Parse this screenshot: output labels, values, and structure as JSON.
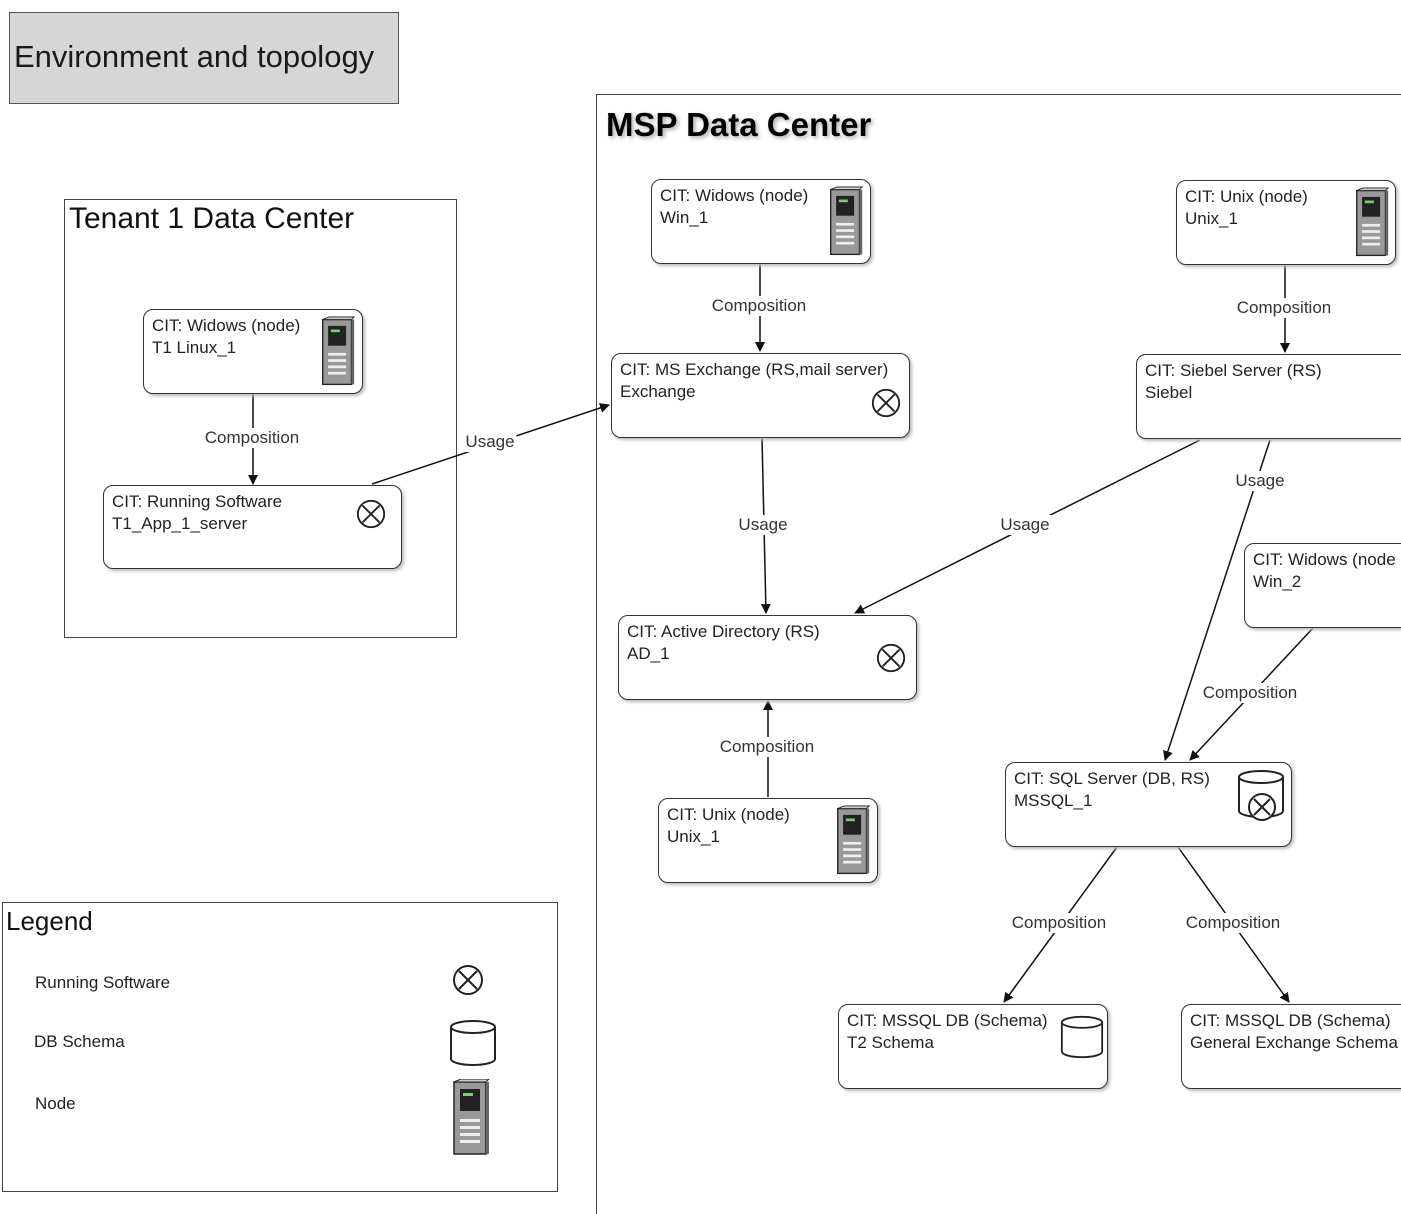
{
  "title": "Environment and topology",
  "tenant": {
    "title": "Tenant 1 Data Center",
    "nodes": {
      "win": {
        "line1": "CIT: Widows (node)",
        "line2": "T1 Linux_1",
        "icon": "server-icon"
      },
      "app": {
        "line1": "CIT: Running Software",
        "line2": "T1_App_1_server",
        "icon": "running-software-icon"
      }
    }
  },
  "msp": {
    "title": "MSP Data Center",
    "nodes": {
      "win1": {
        "line1": "CIT: Widows (node)",
        "line2": "Win_1",
        "icon": "server-icon"
      },
      "unix1_top": {
        "line1": "CIT: Unix (node)",
        "line2": "Unix_1",
        "icon": "server-icon"
      },
      "exchange": {
        "line1": "CIT: MS Exchange (RS,mail server)",
        "line2": "Exchange",
        "icon": "running-software-icon"
      },
      "siebel": {
        "line1": "CIT: Siebel Server (RS)",
        "line2": "Siebel"
      },
      "win2": {
        "line1": "CIT: Widows (node",
        "line2": "Win_2"
      },
      "ad": {
        "line1": "CIT: Active Directory (RS)",
        "line2": "AD_1",
        "icon": "running-software-icon"
      },
      "unix1_bottom": {
        "line1": "CIT: Unix (node)",
        "line2": "Unix_1",
        "icon": "server-icon"
      },
      "sql": {
        "line1": "CIT: SQL Server (DB, RS)",
        "line2": "MSSQL_1",
        "icon": "db-running-software-icon"
      },
      "t2schema": {
        "line1": "CIT: MSSQL DB (Schema)",
        "line2": "T2 Schema",
        "icon": "db-schema-icon"
      },
      "gexschema": {
        "line1": "CIT: MSSQL DB (Schema)",
        "line2": "General Exchange Schema"
      }
    }
  },
  "edge_labels": {
    "composition": "Composition",
    "usage": "Usage"
  },
  "legend": {
    "title": "Legend",
    "items": [
      {
        "label": "Running Software",
        "icon": "running-software-icon"
      },
      {
        "label": "DB Schema",
        "icon": "db-schema-icon"
      },
      {
        "label": "Node",
        "icon": "server-icon"
      }
    ]
  },
  "colors": {
    "title_fill": "#d6d6d6",
    "line": "#111111"
  }
}
